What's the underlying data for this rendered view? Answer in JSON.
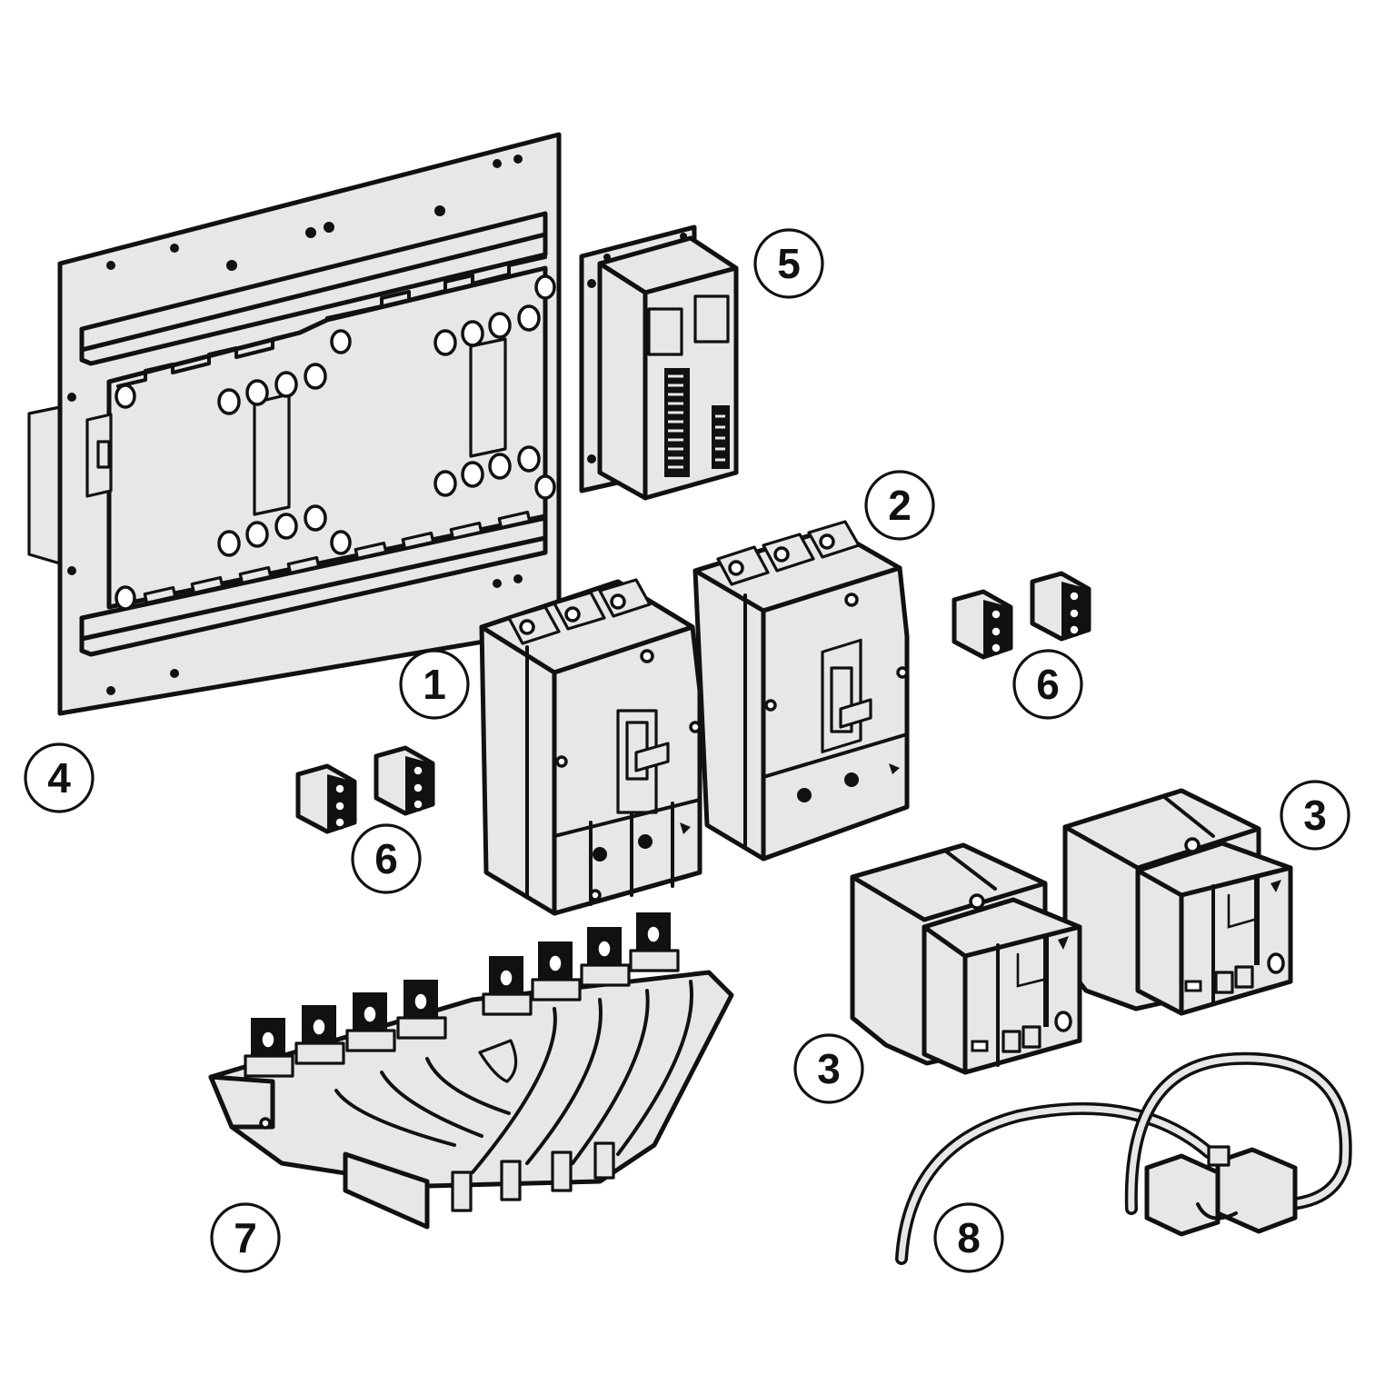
{
  "diagram": {
    "type": "exploded-parts-view",
    "colors": {
      "part_fill": "#e6e7e8",
      "line": "#111111",
      "background": "#ffffff"
    },
    "callouts": [
      {
        "id": "1",
        "label": "1",
        "part": "circuit-breaker-left"
      },
      {
        "id": "2",
        "label": "2",
        "part": "circuit-breaker-right"
      },
      {
        "id": "3a",
        "label": "3",
        "part": "motor-mechanism-right"
      },
      {
        "id": "3b",
        "label": "3",
        "part": "motor-mechanism-left"
      },
      {
        "id": "4",
        "label": "4",
        "part": "mounting-plate"
      },
      {
        "id": "5",
        "label": "5",
        "part": "controller-box"
      },
      {
        "id": "6a",
        "label": "6",
        "part": "auxiliary-contacts-left"
      },
      {
        "id": "6b",
        "label": "6",
        "part": "auxiliary-contacts-right"
      },
      {
        "id": "7",
        "label": "7",
        "part": "terminal-connection-block"
      },
      {
        "id": "8",
        "label": "8",
        "part": "connection-cable"
      }
    ]
  }
}
